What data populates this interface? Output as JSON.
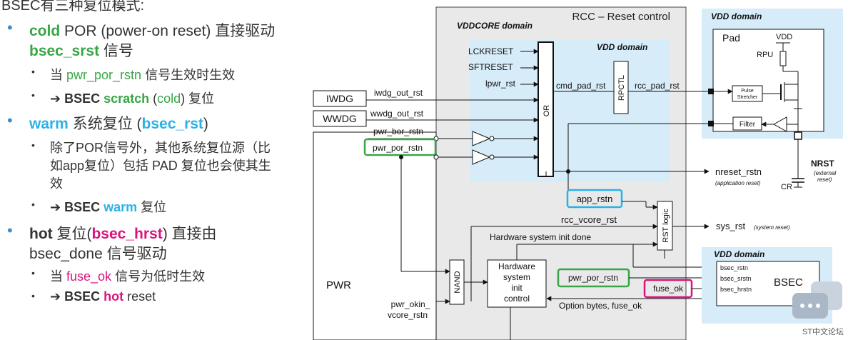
{
  "intro": "BSEC有三种复位模式:",
  "cold": {
    "word": "cold",
    "line1_rest": " POR (power-on reset) 直接驱动",
    "line2_signal": "bsec_srst",
    "line2_rest": " 信号",
    "sub1_pre": "当 ",
    "sub1_signal": "pwr_por_rstn",
    "sub1_post": " 信号生效时生效",
    "sub2_pre": "➔ BSEC ",
    "sub2_key": "scratch",
    "sub2_paren_open": " (",
    "sub2_paren_word": "cold",
    "sub2_paren_close": ") 复位"
  },
  "warm": {
    "word": "warm",
    "rest": " 系统复位 (",
    "signal": "bsec_rst",
    "close": ")",
    "sub1_line1": "除了POR信号外，其他系统复位源（比",
    "sub1_line2": "如app复位）包括 PAD 复位也会使其生",
    "sub1_line3": "效",
    "sub2_pre": "➔ BSEC ",
    "sub2_key": "warm",
    "sub2_post": " 复位"
  },
  "hot": {
    "word": "hot",
    "rest1": " 复位(",
    "signal": "bsec_hrst",
    "rest2": ") 直接由",
    "line2": "bsec_done 信号驱动",
    "sub1_pre": "当 ",
    "sub1_signal": "fuse_ok",
    "sub1_post": " 信号为低时生效",
    "sub2_pre": "➔ BSEC ",
    "sub2_key": "hot",
    "sub2_post": " reset"
  },
  "diagram": {
    "rcc_title": "RCC – Reset control",
    "vddcore_domain": "VDDCORE domain",
    "vdd_domain_inner": "VDD domain",
    "vdd_domain_pad": "VDD domain",
    "vdd_domain_bsec": "VDD domain",
    "pad_label": "Pad",
    "vdd_label": "VDD",
    "rpu_label": "RPU",
    "pulse_stretcher": "Pulse Stretcher",
    "filter_label": "Filter",
    "nrst_label": "NRST",
    "nrst_note": "(external reset)",
    "cr_label": "CR",
    "lckreset": "LCKRESET",
    "sftreset": "SFTRESET",
    "lpwr_rst": "lpwr_rst",
    "or_label": "OR",
    "cmd_pad_rst": "cmd_pad_rst",
    "rpctl": "RPCTL",
    "rcc_pad_rst": "rcc_pad_rst",
    "iwdg": "IWDG",
    "wwdg": "WWDG",
    "iwdg_out": "iwdg_out_rst",
    "wwdg_out": "wwdg_out_rst",
    "pwr_bor": "pwr_bor_rstn",
    "pwr_por": "pwr_por_rstn",
    "nreset_rstn": "nreset_rstn",
    "app_reset_note": "(application reset)",
    "app_rstn": "app_rstn",
    "rcc_vcore_rst": "rcc_vcore_rst",
    "rst_logic": "RST logic",
    "sys_rst": "sys_rst",
    "sys_reset_note": "(system reset)",
    "hw_init_done": "Hardware system init done",
    "hw_init_l1": "Hardware",
    "hw_init_l2": "system",
    "hw_init_l3": "init",
    "hw_init_l4": "control",
    "nand": "NAND",
    "pwr_label": "PWR",
    "pwr_okin": "pwr_okin_",
    "vcore_rstn": "vcore_rstn",
    "pwr_por_rstn_2": "pwr_por_rstn",
    "fuse_ok": "fuse_ok",
    "option_bytes": "Option bytes, fuse_ok",
    "bsec_rstn": "bsec_rstn",
    "bsec_srstn": "bsec_srstn",
    "bsec_hrstn": "bsec_hrstn",
    "bsec": "BSEC",
    "st_forum": "ST中文论坛"
  },
  "colors": {
    "green": "#37a645",
    "cyan": "#2ab2e6",
    "magenta": "#d9147e",
    "domain_blue": "#d6ecf8",
    "rcc_grey": "#e9e9ea"
  }
}
